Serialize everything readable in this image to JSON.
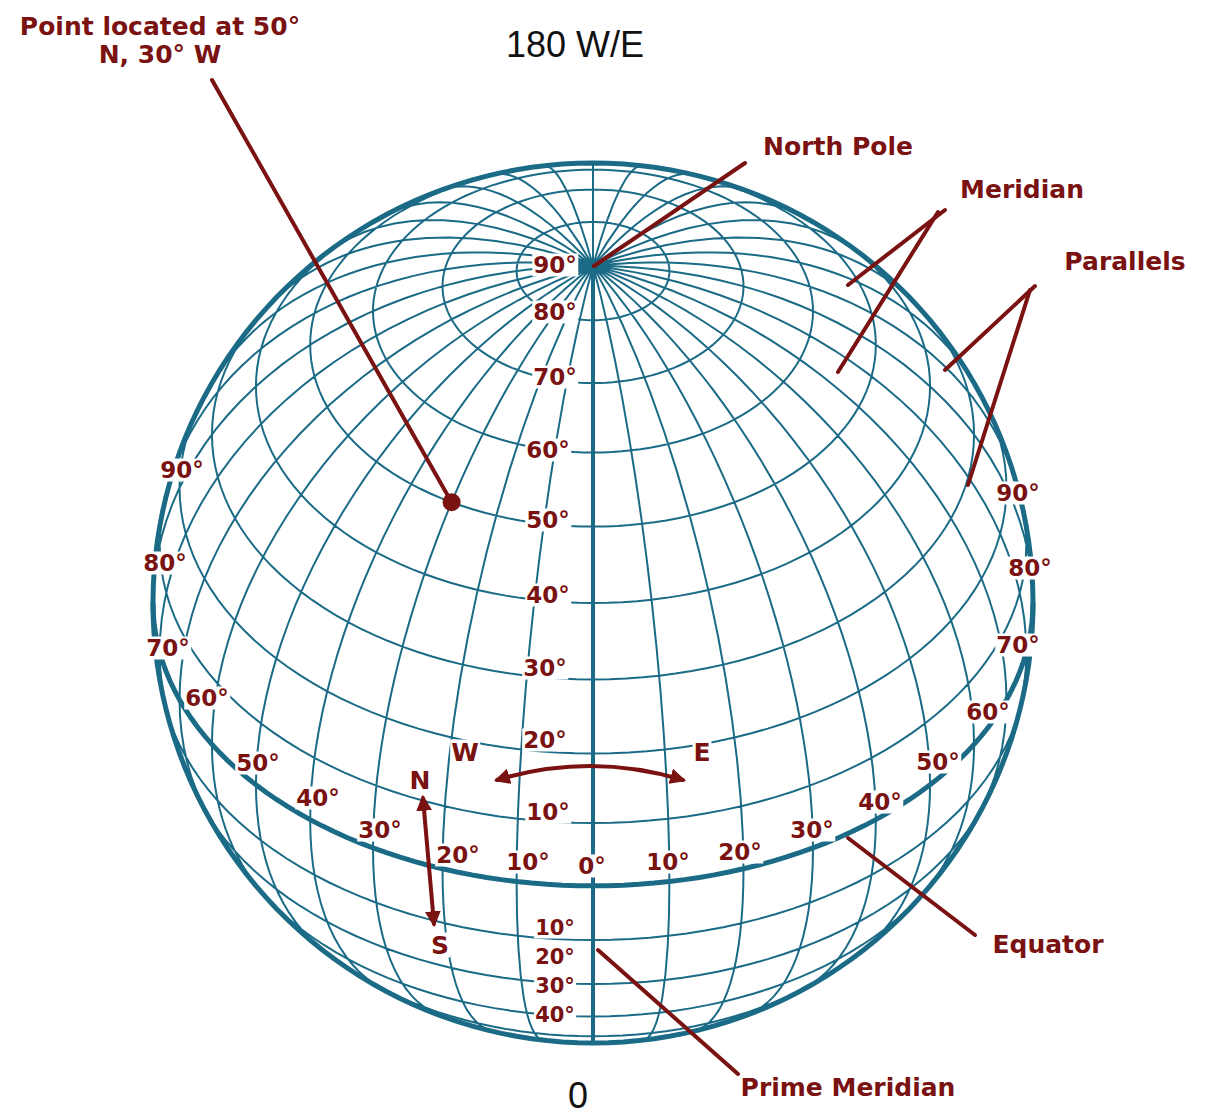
{
  "diagram": {
    "labels": [
      "Point located at 50° N, 30° W",
      "180 W/E",
      "North Pole",
      "Meridian",
      "Parallels",
      "90°",
      "80°",
      "70°",
      "60°",
      "50°",
      "40°",
      "30°",
      "20°",
      "10°",
      "0°",
      "10°",
      "20°",
      "30°",
      "40°",
      "90°",
      "80°",
      "70°",
      "60°",
      "50°",
      "40°",
      "30°",
      "20°",
      "10°",
      "10°",
      "20°",
      "30°",
      "40°",
      "50°",
      "60°",
      "70°",
      "80°",
      "90°",
      "W",
      "E",
      "N",
      "S",
      "Equator",
      "Prime Meridian",
      "0"
    ]
  }
}
